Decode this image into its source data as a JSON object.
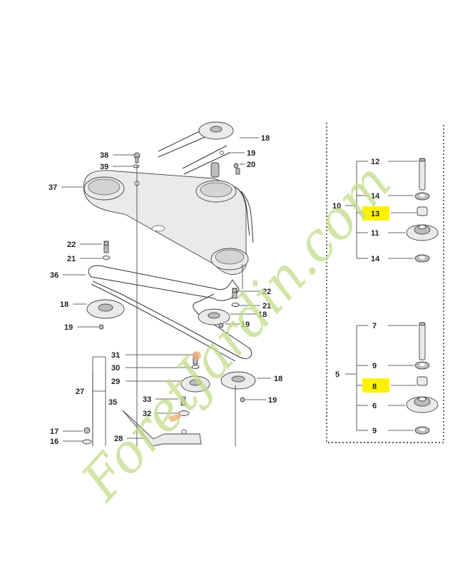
{
  "watermark": {
    "text": "ForetJardin.com",
    "color": "#c4dc8a",
    "accent_color": "#f3b37a"
  },
  "highlight_color": "#fff200",
  "callouts": {
    "p38": "38",
    "p39": "39",
    "p37": "37",
    "p18a": "18",
    "p19a": "19",
    "p20": "20",
    "p22a": "22",
    "p21a": "21",
    "p36": "36",
    "p18b": "18",
    "p19b": "19",
    "p22b": "22",
    "p21b": "21",
    "p18c": "18",
    "p19c": "19",
    "p31": "31",
    "p30": "30",
    "p29": "29",
    "p27": "27",
    "p33": "33",
    "p35": "35",
    "p32": "32",
    "p18d": "18",
    "p19d": "19",
    "p17": "17",
    "p16": "16",
    "p28": "28"
  },
  "kit_a": {
    "group": "10",
    "items": [
      {
        "n": "12"
      },
      {
        "n": "14"
      },
      {
        "n": "13",
        "highlight": true
      },
      {
        "n": "11"
      },
      {
        "n": "14"
      }
    ]
  },
  "kit_b": {
    "group": "5",
    "items": [
      {
        "n": "7"
      },
      {
        "n": "9"
      },
      {
        "n": "8",
        "highlight": true
      },
      {
        "n": "6"
      },
      {
        "n": "9"
      }
    ]
  }
}
